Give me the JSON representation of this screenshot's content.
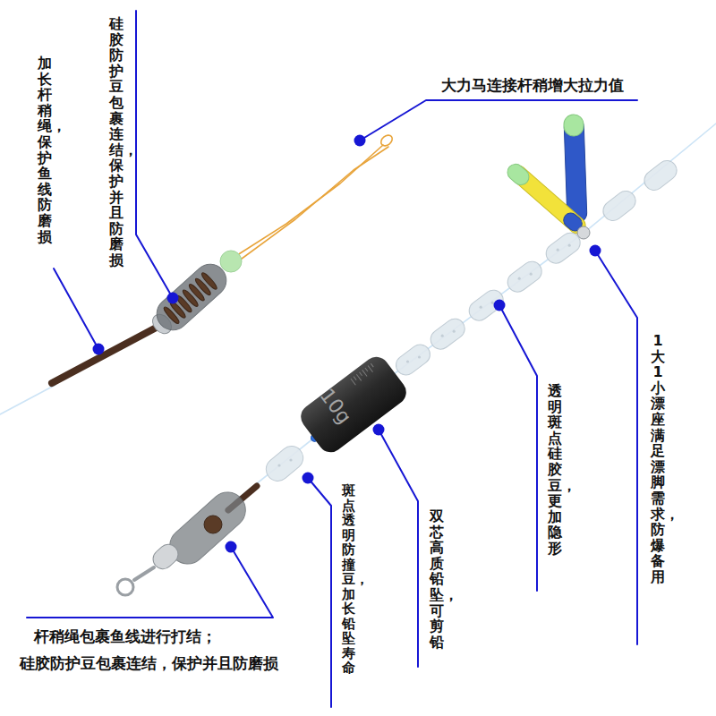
{
  "diagram": {
    "nodes": [
      {
        "text": [
          "10g"
        ]
      }
    ],
    "labels": [
      "加长杆稍绳，保护鱼线防磨损",
      "硅胶防护豆包裹连结，保护并且防磨损",
      "大力马连接杆稍增大拉力值",
      "1大1小漂座满足漂脚需求，防爆备用",
      "透明斑点硅胶豆，更加隐形",
      "双芯高质铅坠，可剪铅",
      "斑点透明防撞豆，加长铅坠寿命",
      "杆稍绳包裹鱼线进行打结；",
      "硅胶防护豆包裹连结，保护并且防磨损"
    ]
  }
}
